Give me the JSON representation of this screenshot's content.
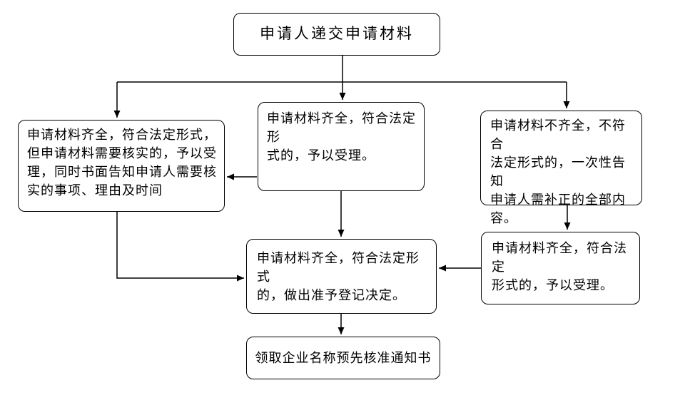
{
  "colors": {
    "line": "#000000",
    "node_border": "#000000",
    "background": "#ffffff",
    "text": "#000000"
  },
  "diagram": {
    "type": "flowchart",
    "nodes": {
      "submit": {
        "label": "申请人递交申请材料"
      },
      "verify": {
        "label": "申请材料齐全，符合法定形式，\n但申请材料需要核实的，予以受\n理，同时书面告知申请人需要核\n实的事项、理由及时间"
      },
      "accept": {
        "label": "申请材料齐全，符合法定形\n式的，予以受理。"
      },
      "incomplete": {
        "label": "申请材料不齐全，不符合\n法定形式的，一次性告知\n申请人需补正的全部内\n容。"
      },
      "correction": {
        "label": "申请材料齐全，符合法定\n形式的，予以受理。"
      },
      "approve": {
        "label": "申请材料齐全，符合法定形式\n的，做出准予登记决定。"
      },
      "notice": {
        "label": "领取企业名称预先核准通知书"
      }
    },
    "edges": [
      {
        "from": "submit",
        "to": "accept"
      },
      {
        "from": "submit",
        "to": "verify"
      },
      {
        "from": "submit",
        "to": "incomplete"
      },
      {
        "from": "accept",
        "to": "verify"
      },
      {
        "from": "accept",
        "to": "approve"
      },
      {
        "from": "verify",
        "to": "approve"
      },
      {
        "from": "incomplete",
        "to": "correction"
      },
      {
        "from": "correction",
        "to": "approve"
      },
      {
        "from": "approve",
        "to": "notice"
      }
    ]
  }
}
